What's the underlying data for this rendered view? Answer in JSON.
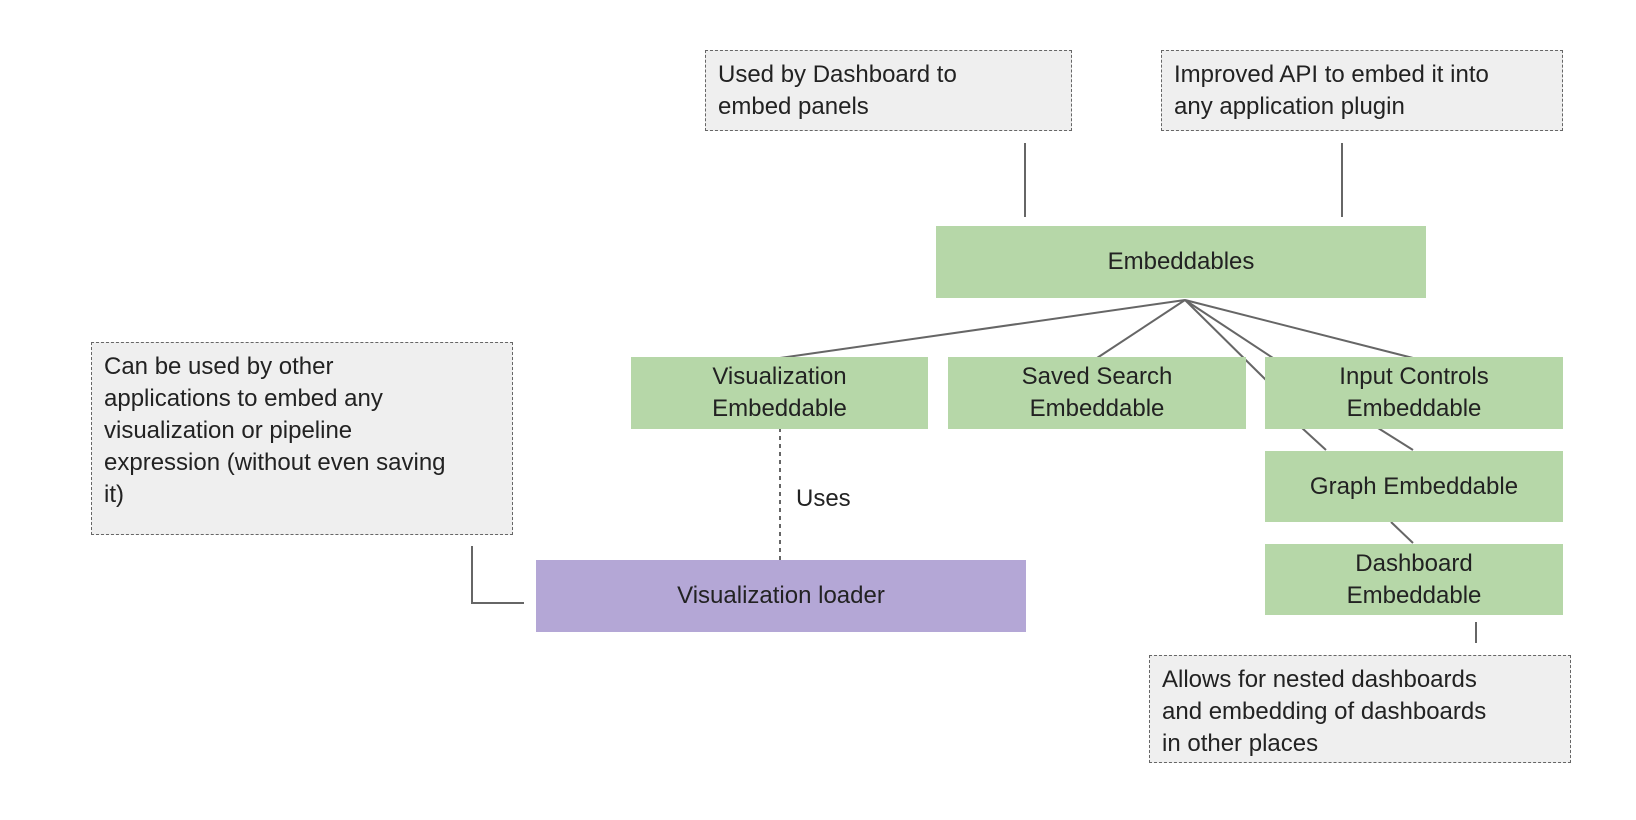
{
  "notes": {
    "dashboard_panels": "Used by Dashboard to\nembed panels",
    "improved_api": "Improved API to embed it into\nany application plugin",
    "other_apps": "Can be used by other\napplications to embed any\nvisualization or pipeline\nexpression (without even saving\nit)",
    "nested_dashboards": "Allows for nested dashboards\nand embedding of dashboards\nin other places"
  },
  "nodes": {
    "embeddables": "Embeddables",
    "visualization_embeddable": "Visualization\nEmbeddable",
    "saved_search_embeddable": "Saved Search\nEmbeddable",
    "input_controls_embeddable": "Input Controls\nEmbeddable",
    "graph_embeddable": "Graph Embeddable",
    "dashboard_embeddable": "Dashboard\nEmbeddable",
    "visualization_loader": "Visualization loader"
  },
  "edges": {
    "uses_label": "Uses"
  },
  "colors": {
    "embeddable_fill": "#b6d7a8",
    "loader_fill": "#b4a7d6",
    "note_fill": "#efefef"
  }
}
